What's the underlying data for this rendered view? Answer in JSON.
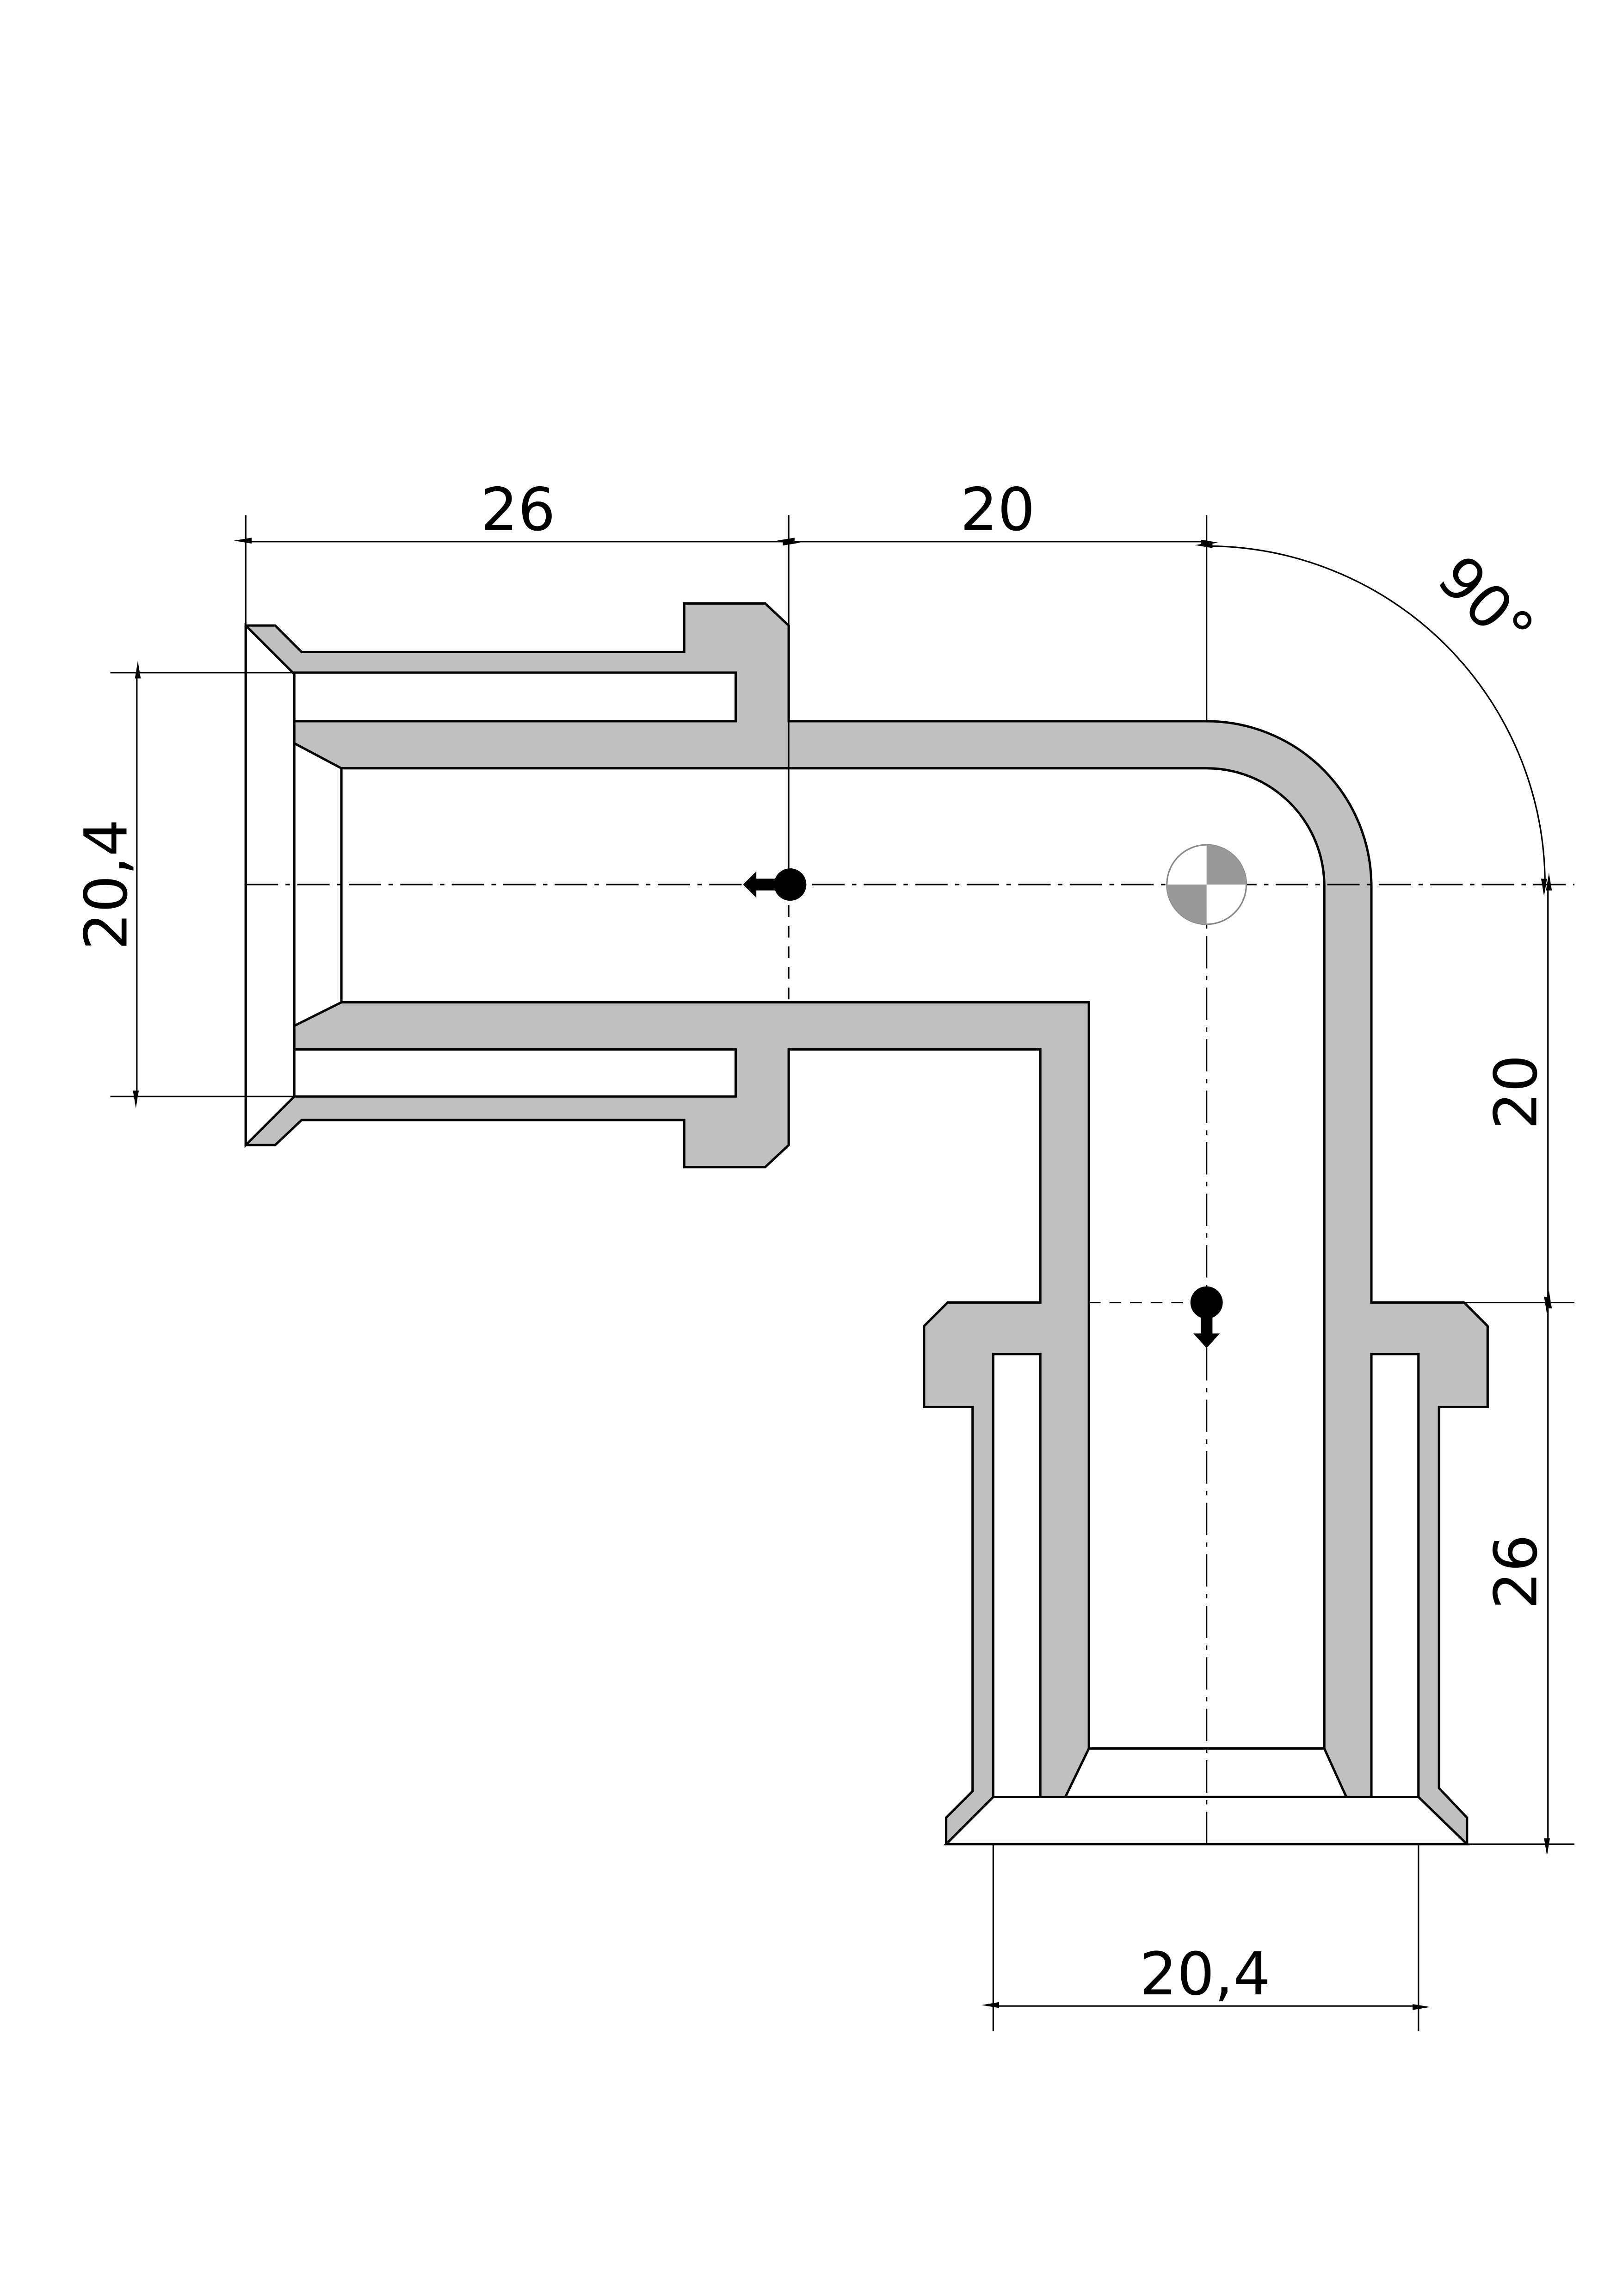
{
  "drawing": {
    "title": "90° elbow press fitting cross-section",
    "colors": {
      "section_fill": "#c0c0c0",
      "line": "#000000",
      "background": "#ffffff"
    },
    "dimensions": {
      "top_left_length": "26",
      "top_right_length": "20",
      "angle": "90°",
      "left_diameter": "20,4",
      "right_upper_length": "20",
      "right_lower_length": "26",
      "bottom_diameter": "20,4"
    }
  }
}
